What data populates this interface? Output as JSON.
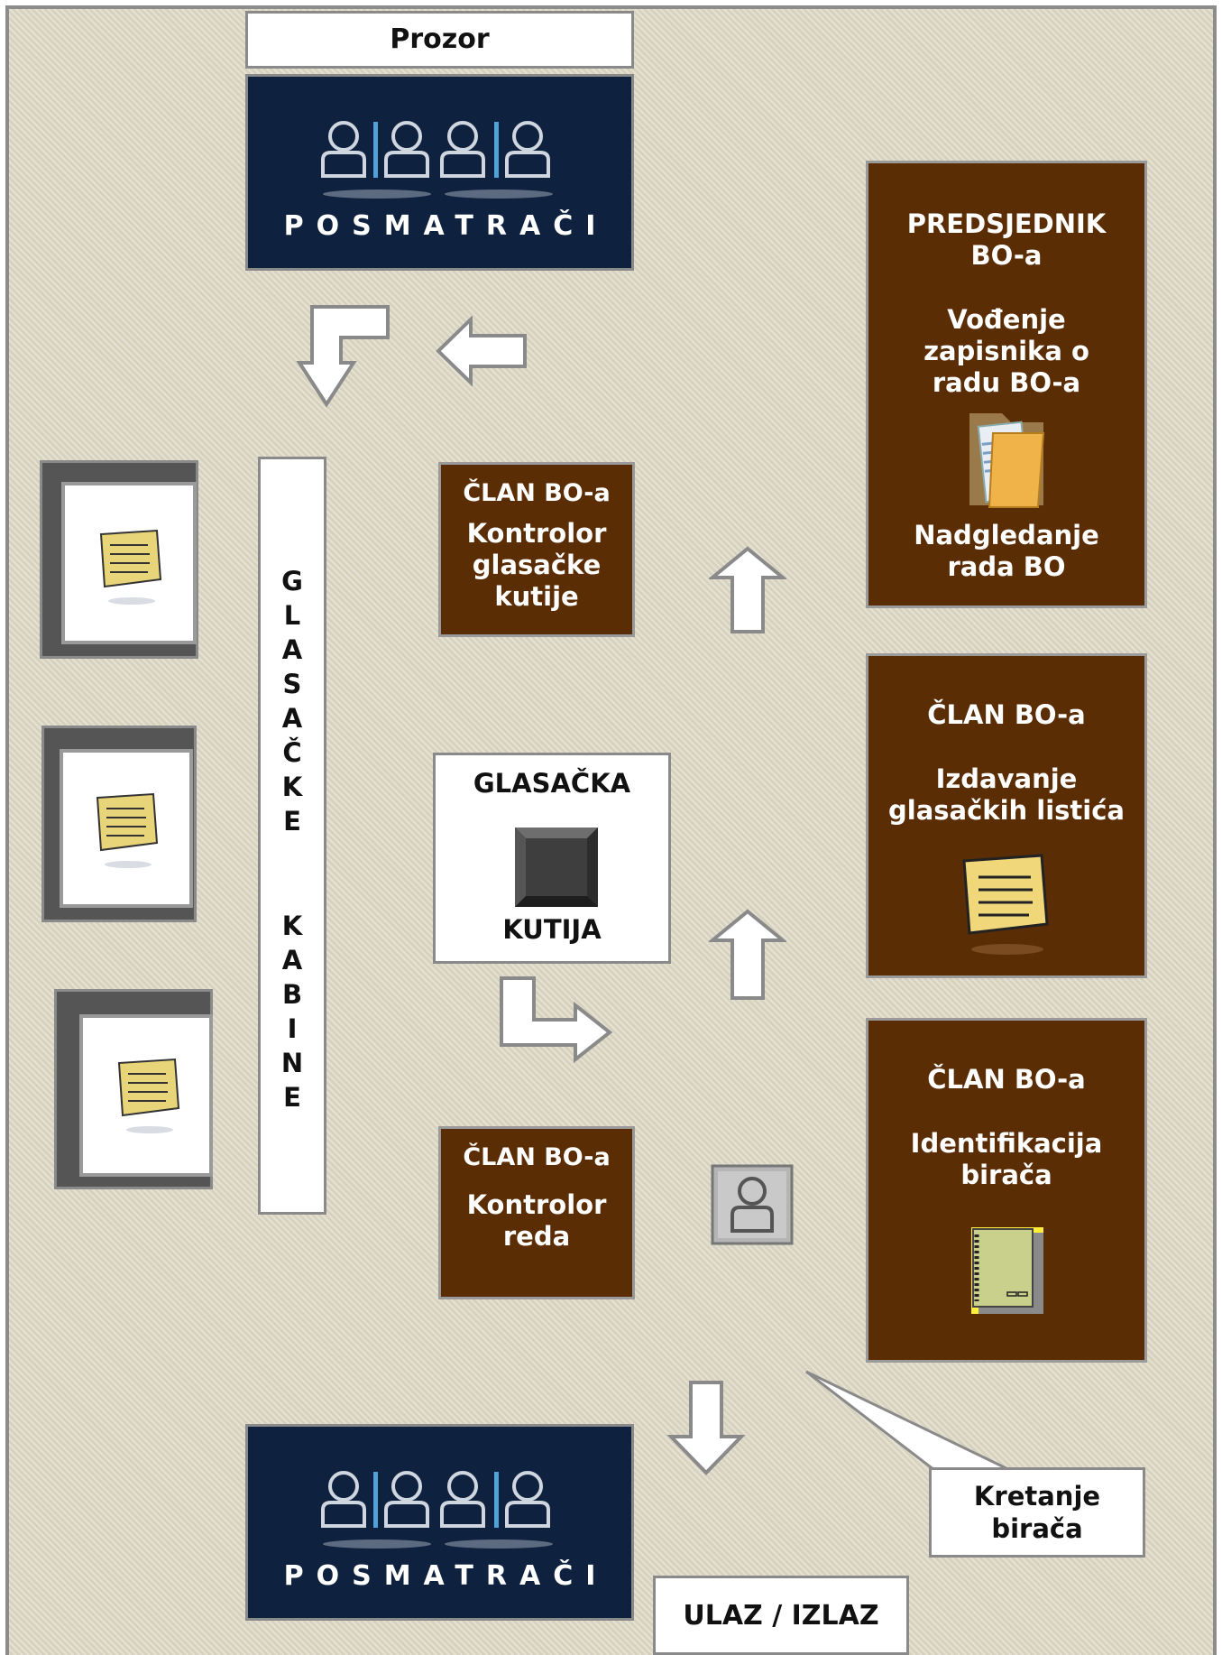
{
  "window_label": "Prozor",
  "observers_top": {
    "label": "POSMATRAČI"
  },
  "observers_bottom": {
    "label": "POSMATRAČI"
  },
  "booths": {
    "letters_top": [
      "G",
      "L",
      "A",
      "S",
      "A",
      "Č",
      "K",
      "E"
    ],
    "letters_bottom": [
      "K",
      "A",
      "B",
      "I",
      "N",
      "E"
    ]
  },
  "member_box_control": {
    "title": "ČLAN BO-a",
    "lines": [
      "Kontrolor",
      "glasačke",
      "kutije"
    ]
  },
  "ballot_box": {
    "top": "GLASAČKA",
    "bottom": "KUTIJA"
  },
  "member_order": {
    "title": "ČLAN BO-a",
    "lines": [
      "Kontrolor",
      "reda"
    ]
  },
  "president": {
    "lines1": [
      "PREDSJEDNIK",
      "BO-a"
    ],
    "lines2": [
      "Vođenje",
      "zapisnika o",
      "radu BO-a"
    ],
    "lines3": [
      "Nadgledanje",
      "rada BO"
    ]
  },
  "member_ballots": {
    "title": "ČLAN BO-a",
    "lines": [
      "Izdavanje",
      "glasačkih listića"
    ]
  },
  "member_id": {
    "title": "ČLAN BO-a",
    "lines": [
      "Identifikacija",
      "birača"
    ]
  },
  "movement_callout": {
    "lines": [
      "Kretanje",
      "birača"
    ]
  },
  "entrance": "ULAZ / IZLAZ",
  "icons": [
    "people-group-icon",
    "folder-icon",
    "ballot-note-icon",
    "voter-icon",
    "voter-list-book-icon",
    "arrow-icon",
    "ballot-box-slot-icon"
  ],
  "colors": {
    "brown": "#5b2d05",
    "navy": "#0e2240",
    "background": "#d7d2be",
    "accent_blue": "#4fa3d8"
  }
}
